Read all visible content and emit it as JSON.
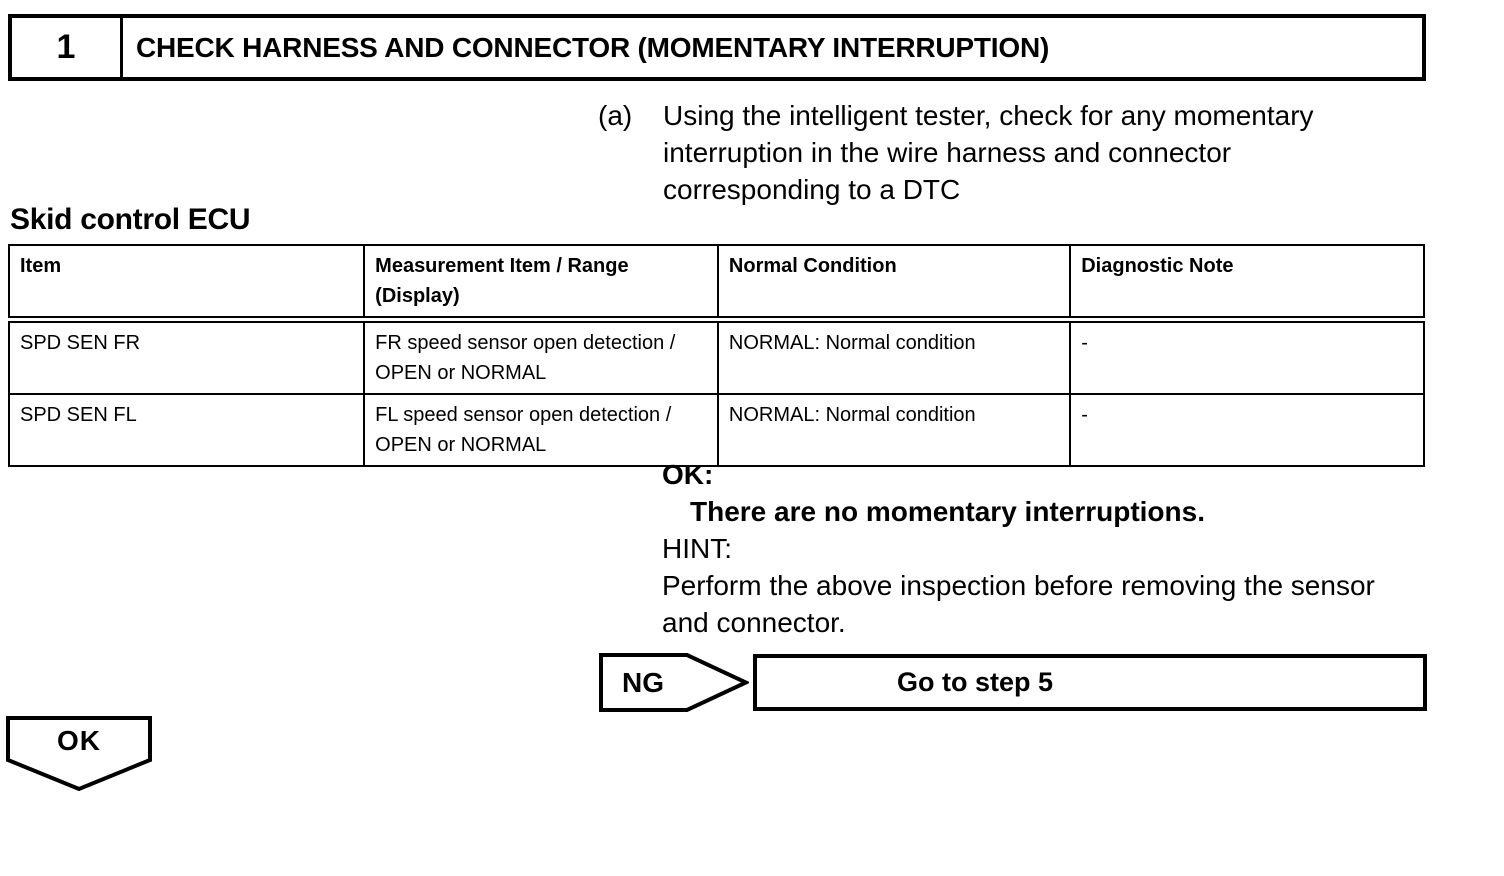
{
  "colors": {
    "background": "#ffffff",
    "ink": "#000000"
  },
  "step_header": {
    "number": "1",
    "title": "CHECK HARNESS AND CONNECTOR (MOMENTARY INTERRUPTION)"
  },
  "instruction": {
    "label": "(a)",
    "text": "Using the intelligent tester, check for any momentary interruption in the wire harness and connector corresponding to a DTC"
  },
  "table_caption": "Skid control ECU",
  "table": {
    "headers": [
      "Item",
      "Measurement Item / Range (Display)",
      "Normal Condition",
      "Diagnostic Note"
    ],
    "rows": [
      [
        "SPD SEN FR",
        "FR speed sensor open detection / OPEN or NORMAL",
        "NORMAL: Normal condition",
        "-"
      ],
      [
        "SPD SEN FL",
        "FL speed sensor open detection / OPEN or NORMAL",
        "NORMAL: Normal condition",
        "-"
      ]
    ]
  },
  "result": {
    "ok_label": "OK:",
    "ok_text": "There are no momentary interruptions.",
    "hint_label": "HINT:",
    "hint_text": "Perform the above inspection before removing the sensor and connector."
  },
  "ng_branch": {
    "label": "NG",
    "action": "Go to step 5"
  },
  "ok_branch": {
    "label": "OK"
  }
}
